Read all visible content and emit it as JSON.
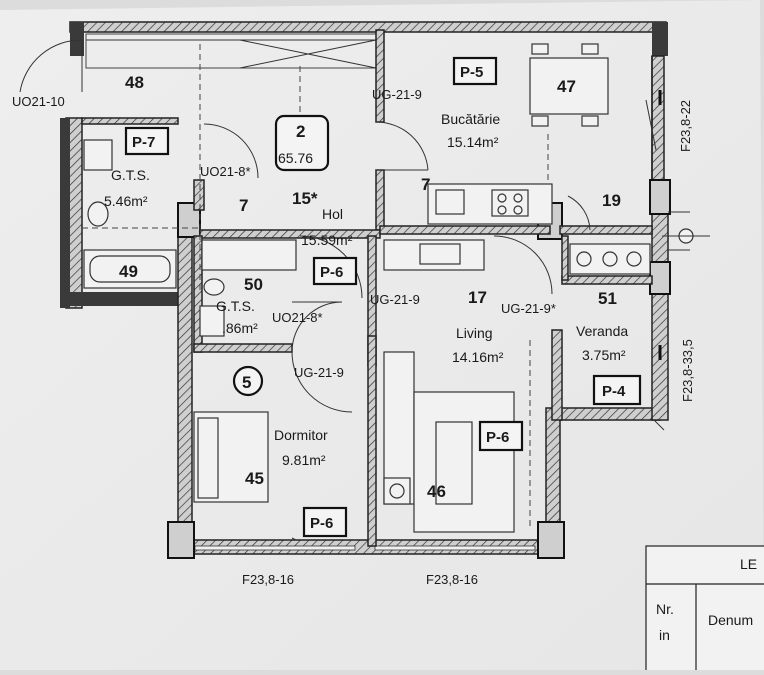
{
  "rooms": {
    "r48": "48",
    "r47": "47",
    "r49": "49",
    "r50": "50",
    "r51": "51",
    "r45": "45",
    "r46": "46",
    "r17": "17",
    "r19": "19",
    "r7a": "7",
    "r7b": "7",
    "r15": "15*",
    "unit_no": "2",
    "unit_area": "65.76",
    "circle_no": "5"
  },
  "labels": {
    "bucatarie": "Bucătărie",
    "bucatarie_area": "15.14m²",
    "gts1": "G.T.S.",
    "gts1_area": "5.46m²",
    "hol": "Hol",
    "hol_area": "15.59m²",
    "gts2": "G.T.S.",
    "gts2_area": ".86m²",
    "living": "Living",
    "living_area": "14.16m²",
    "veranda": "Veranda",
    "veranda_area": "3.75m²",
    "dormitor": "Dormitor",
    "dormitor_area": "9.81m²"
  },
  "tags": {
    "p5": "P-5",
    "p7": "P-7",
    "p6_hol": "P-6",
    "p6_living": "P-6",
    "p6_dorm": "P-6",
    "p4": "P-4"
  },
  "codes": {
    "uo21_10": "UO21-10",
    "ug21_9_top": "UG-21-9",
    "uo21_8_top": "UO21-8*",
    "ug21_9_mid": "UG-21-9",
    "ug21_9s": "UG-21-9*",
    "uo21_8_mid": "UO21-8*",
    "ug21_9_dorm": "UG-21-9",
    "f23_8_22": "F23,8-22",
    "f23_8_33_5": "F23,8-33,5",
    "f23_8_16_left": "F23,8-16",
    "f23_8_16_right": "F23,8-16"
  },
  "legend": {
    "title": "LE",
    "col1": "Nr.\nin",
    "col1_line1": "Nr.",
    "col1_line2": "in",
    "col2": "Denum"
  }
}
